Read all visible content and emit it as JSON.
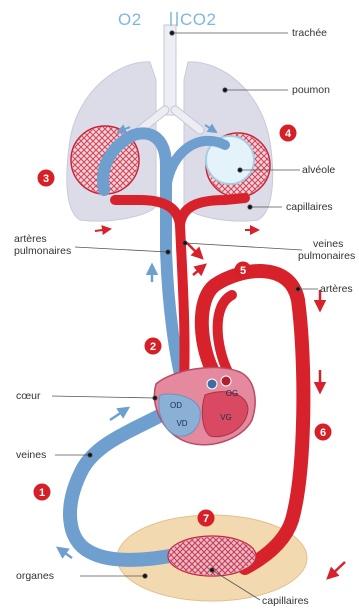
{
  "header": {
    "o2": "O2",
    "co2": "CO2"
  },
  "labels": {
    "trachee": "trachée",
    "poumon": "poumon",
    "alveole": "alvéole",
    "capillaires_top": "capillaires",
    "veines_pulm_1": "veines",
    "veines_pulm_2": "pulmonaires",
    "arteres_pulm_1": "artères",
    "arteres_pulm_2": "pulmonaires",
    "arteres": "artères",
    "coeur": "cœur",
    "veines": "veines",
    "organes": "organes",
    "capillaires_bottom": "capillaires"
  },
  "heart": {
    "og": "OG",
    "od": "OD",
    "vg": "VG",
    "vd": "VD"
  },
  "markers": [
    "1",
    "2",
    "3",
    "4",
    "5",
    "6",
    "7"
  ],
  "colors": {
    "blood_red": "#d8222b",
    "blood_blue": "#6f9fcf",
    "lung": "#dcdce8",
    "organ_zone": "#f3d9b0",
    "marker": "#d61f26"
  }
}
